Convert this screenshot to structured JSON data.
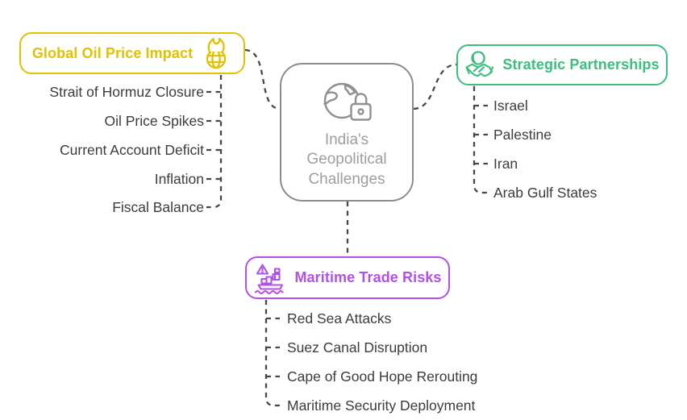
{
  "app": {
    "type": "mindmap-diagram"
  },
  "theme": {
    "background_color": "#FFFFFF",
    "oil_color": "#E2C200",
    "partnerships_color": "#3CBE7E",
    "maritime_color": "#B450E8",
    "connector_color": "#474747",
    "item_text_color": "#3C3C3C",
    "center_border_color": "#8C8C8C",
    "center_text_color": "#9E9E9E"
  },
  "center": {
    "title": "India's Geopolitical Challenges",
    "title_lines": [
      "India's",
      "Geopolitical",
      "Challenges"
    ],
    "icon": "globe-lock-icon"
  },
  "branches": [
    {
      "label": "Global Oil Price Impact",
      "icon": "burning-globe-icon",
      "color": "#E2C200",
      "position": "top-left",
      "items": [
        "Strait of Hormuz Closure",
        "Oil Price Spikes",
        "Current Account Deficit",
        "Inflation",
        "Fiscal Balance"
      ]
    },
    {
      "label": "Strategic Partnerships",
      "icon": "handshake-globe-icon",
      "color": "#3CBE7E",
      "position": "top-right",
      "items": [
        "Israel",
        "Palestine",
        "Iran",
        "Arab Gulf States"
      ]
    },
    {
      "label": "Maritime Trade Risks",
      "icon": "ship-warning-icon",
      "color": "#B450E8",
      "position": "bottom-center",
      "items": [
        "Red Sea Attacks",
        "Suez Canal Disruption",
        "Cape of Good Hope Rerouting",
        "Maritime Security Deployment"
      ]
    }
  ]
}
